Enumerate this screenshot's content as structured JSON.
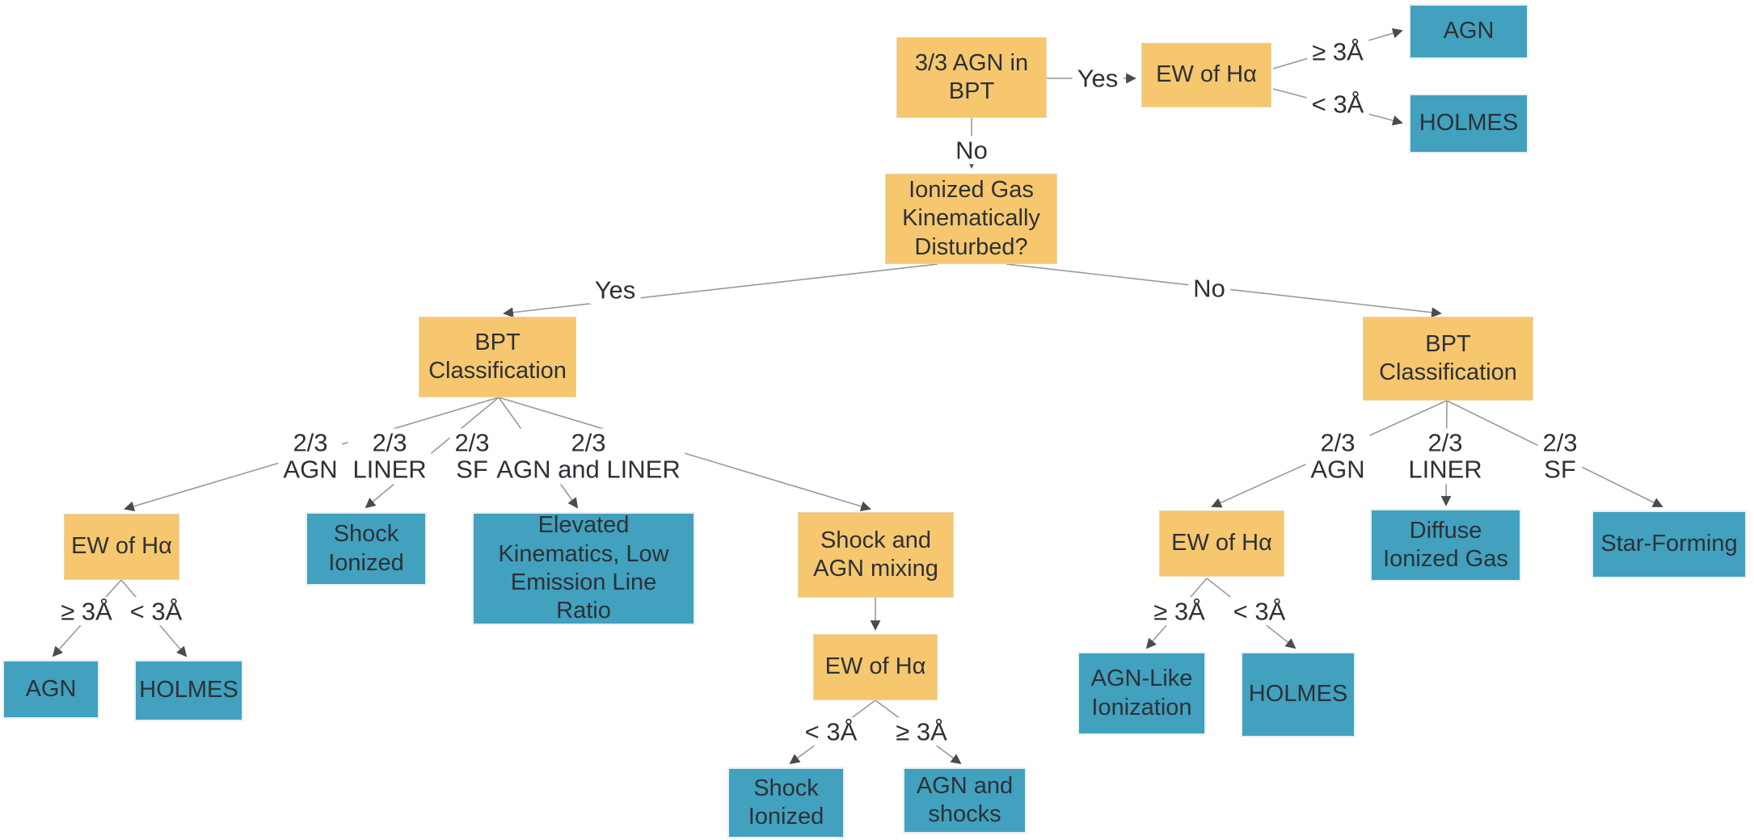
{
  "diagram": {
    "description": "AGN emission-line classification decision tree flowchart",
    "colors": {
      "decision_fill": "#F6C76E",
      "terminal_fill": "#41A1BF",
      "edge_line": "#999999",
      "arrowhead": "#4b4b4b",
      "text": "#2d3136",
      "background": "#ffffff"
    }
  },
  "nodes": {
    "start": {
      "label": "3/3 AGN in BPT",
      "type": "decision"
    },
    "ew_top": {
      "label": "EW of Hα",
      "type": "decision"
    },
    "agn_top": {
      "label": "AGN",
      "type": "terminal"
    },
    "holmes_top": {
      "label": "HOLMES",
      "type": "terminal"
    },
    "ionized": {
      "label": "Ionized Gas Kinematically Disturbed?",
      "type": "decision"
    },
    "bpt_left": {
      "label": "BPT Classification",
      "type": "decision"
    },
    "bpt_right": {
      "label": "BPT Classification",
      "type": "decision"
    },
    "ew_left": {
      "label": "EW of Hα",
      "type": "decision"
    },
    "shock_left": {
      "label": "Shock Ionized",
      "type": "terminal"
    },
    "elevated": {
      "label": "Elevated Kinematics, Low Emission Line Ratio",
      "type": "terminal"
    },
    "mix": {
      "label": "Shock and AGN mixing",
      "type": "decision"
    },
    "agn_bottom_left": {
      "label": "AGN",
      "type": "terminal"
    },
    "holmes_bottom_left": {
      "label": "HOLMES",
      "type": "terminal"
    },
    "ew_mid": {
      "label": "EW of Hα",
      "type": "decision"
    },
    "shock_bottom": {
      "label": "Shock Ionized",
      "type": "terminal"
    },
    "agn_shocks": {
      "label": "AGN and shocks",
      "type": "terminal"
    },
    "ew_right": {
      "label": "EW of Hα",
      "type": "decision"
    },
    "diffuse": {
      "label": "Diffuse Ionized Gas",
      "type": "terminal"
    },
    "star_forming": {
      "label": "Star-Forming",
      "type": "terminal"
    },
    "agn_like": {
      "label": "AGN-Like Ionization",
      "type": "terminal"
    },
    "holmes_bottom_right": {
      "label": "HOLMES",
      "type": "terminal"
    }
  },
  "edge_labels": {
    "yes_top": "Yes",
    "no_top": "No",
    "ge3_top": "≥ 3Å",
    "lt3_top": "< 3Å",
    "yes_branch": "Yes",
    "no_branch": "No",
    "branch_left_1": {
      "line1": "2/3",
      "line2": "AGN"
    },
    "branch_left_2": {
      "line1": "2/3",
      "line2": "LINER"
    },
    "branch_left_3": {
      "line1": "2/3",
      "line2": "SF"
    },
    "branch_left_4": {
      "line1": "2/3",
      "line2": "AGN and LINER"
    },
    "ge3_left": "≥ 3Å",
    "lt3_left": "< 3Å",
    "lt3_mid": "< 3Å",
    "ge3_mid": "≥ 3Å",
    "branch_right_1": {
      "line1": "2/3",
      "line2": "AGN"
    },
    "branch_right_2": {
      "line1": "2/3",
      "line2": "LINER"
    },
    "branch_right_3": {
      "line1": "2/3",
      "line2": "SF"
    },
    "ge3_right": "≥ 3Å",
    "lt3_right": "< 3Å"
  }
}
